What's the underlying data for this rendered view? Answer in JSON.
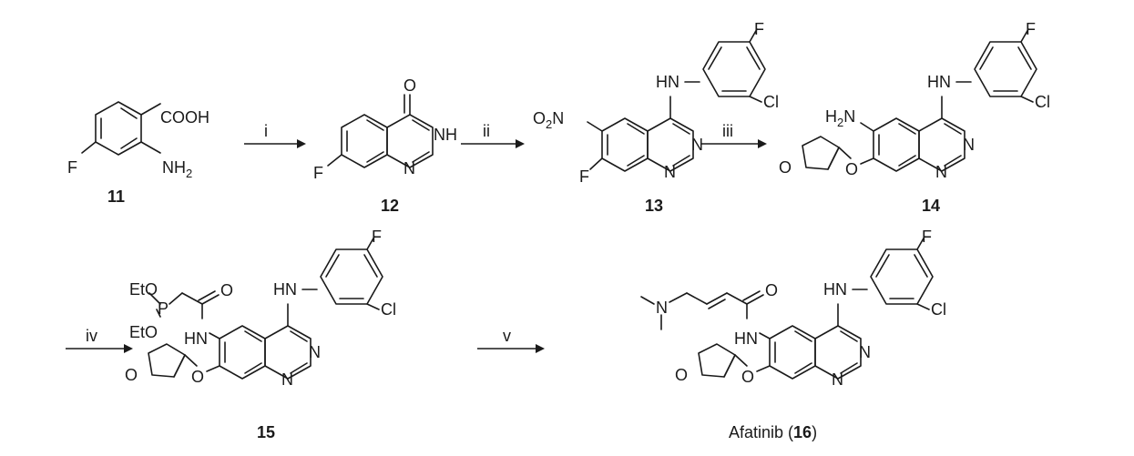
{
  "compounds": [
    {
      "id": "11",
      "atoms": {
        "acid": "COOH",
        "f": "F",
        "amine": "NH",
        "amine_sub": "2"
      }
    },
    {
      "id": "12",
      "atoms": {
        "o": "O",
        "nh": "NH",
        "n": "N",
        "f": "F"
      }
    },
    {
      "id": "13",
      "atoms": {
        "o2n_o": "O",
        "o2n_sub": "2",
        "o2n_n": "N",
        "f": "F",
        "nh": "HN",
        "n1": "N",
        "n2": "N",
        "ar_f": "F",
        "ar_cl": "Cl"
      }
    },
    {
      "id": "14",
      "atoms": {
        "h2n_h": "H",
        "h2n_sub": "2",
        "h2n_n": "N",
        "o_ring": "O",
        "o_ether": "O",
        "nh": "HN",
        "n1": "N",
        "n2": "N",
        "ar_f": "F",
        "ar_cl": "Cl"
      }
    },
    {
      "id": "15",
      "atoms": {
        "eto1": "EtO",
        "p": "P",
        "eto2": "EtO",
        "o_carbonyl": "O",
        "amide_hn": "HN",
        "o_ring": "O",
        "o_ether": "O",
        "nh": "HN",
        "n1": "N",
        "n2": "N",
        "ar_f": "F",
        "ar_cl": "Cl"
      }
    },
    {
      "id": "16",
      "name_prefix": "Afatinib (",
      "name_suffix": ")",
      "atoms": {
        "nme2": "N",
        "o_carbonyl": "O",
        "amide_hn": "HN",
        "o_ring": "O",
        "o_ether": "O",
        "nh": "HN",
        "n1": "N",
        "n2": "N",
        "ar_f": "F",
        "ar_cl": "Cl"
      }
    }
  ],
  "steps": [
    "i",
    "ii",
    "iii",
    "iv",
    "v"
  ]
}
